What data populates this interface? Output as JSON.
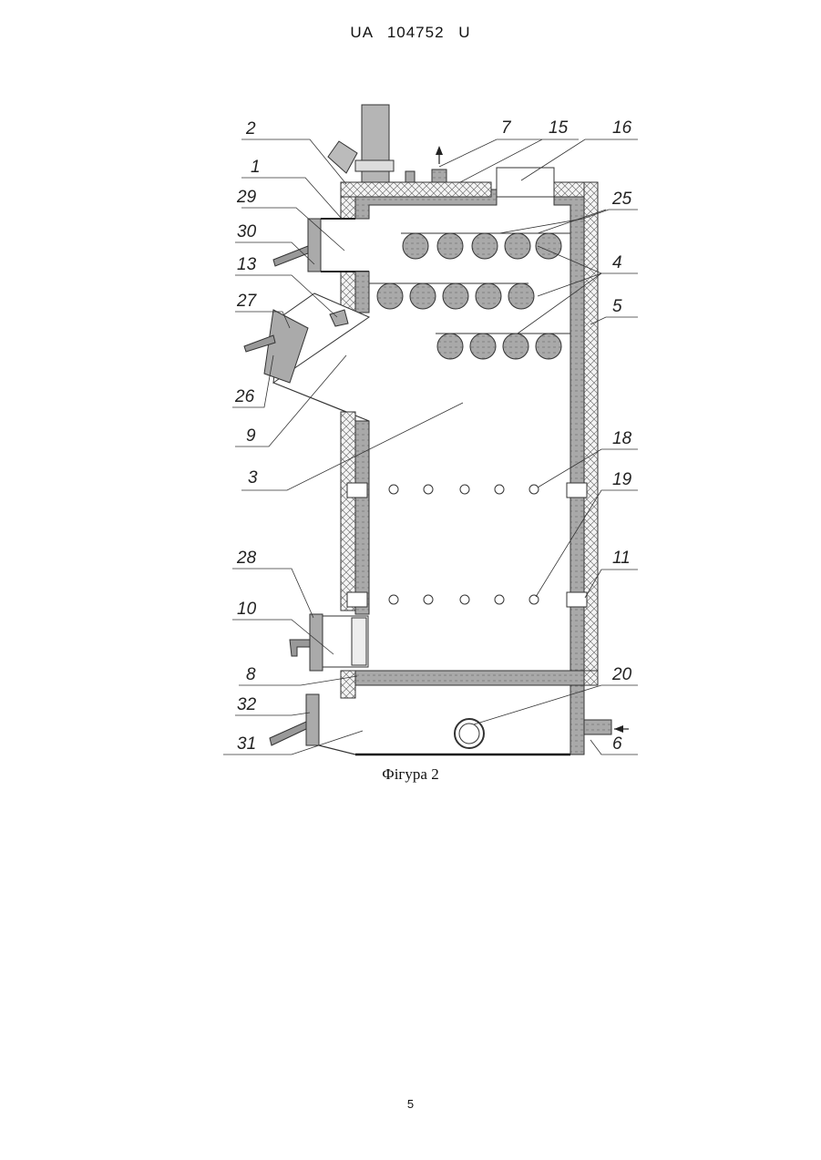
{
  "header": {
    "patent_number": "UA   104752   U"
  },
  "figure": {
    "caption": "Фігура 2",
    "labels": [
      {
        "id": "l2",
        "text": "2"
      },
      {
        "id": "l1",
        "text": "1"
      },
      {
        "id": "l29",
        "text": "29"
      },
      {
        "id": "l30",
        "text": "30"
      },
      {
        "id": "l13",
        "text": "13"
      },
      {
        "id": "l27",
        "text": "27"
      },
      {
        "id": "l26",
        "text": "26"
      },
      {
        "id": "l9",
        "text": "9"
      },
      {
        "id": "l3",
        "text": "3"
      },
      {
        "id": "l28",
        "text": "28"
      },
      {
        "id": "l10",
        "text": "10"
      },
      {
        "id": "l8",
        "text": "8"
      },
      {
        "id": "l32",
        "text": "32"
      },
      {
        "id": "l31",
        "text": "31"
      },
      {
        "id": "l7",
        "text": "7"
      },
      {
        "id": "l15",
        "text": "15"
      },
      {
        "id": "l16",
        "text": "16"
      },
      {
        "id": "l25",
        "text": "25"
      },
      {
        "id": "l4",
        "text": "4"
      },
      {
        "id": "l5",
        "text": "5"
      },
      {
        "id": "l18",
        "text": "18"
      },
      {
        "id": "l19",
        "text": "19"
      },
      {
        "id": "l11",
        "text": "11"
      },
      {
        "id": "l20",
        "text": "20"
      },
      {
        "id": "l6",
        "text": "6"
      }
    ]
  },
  "footer": {
    "page_number": "5"
  }
}
